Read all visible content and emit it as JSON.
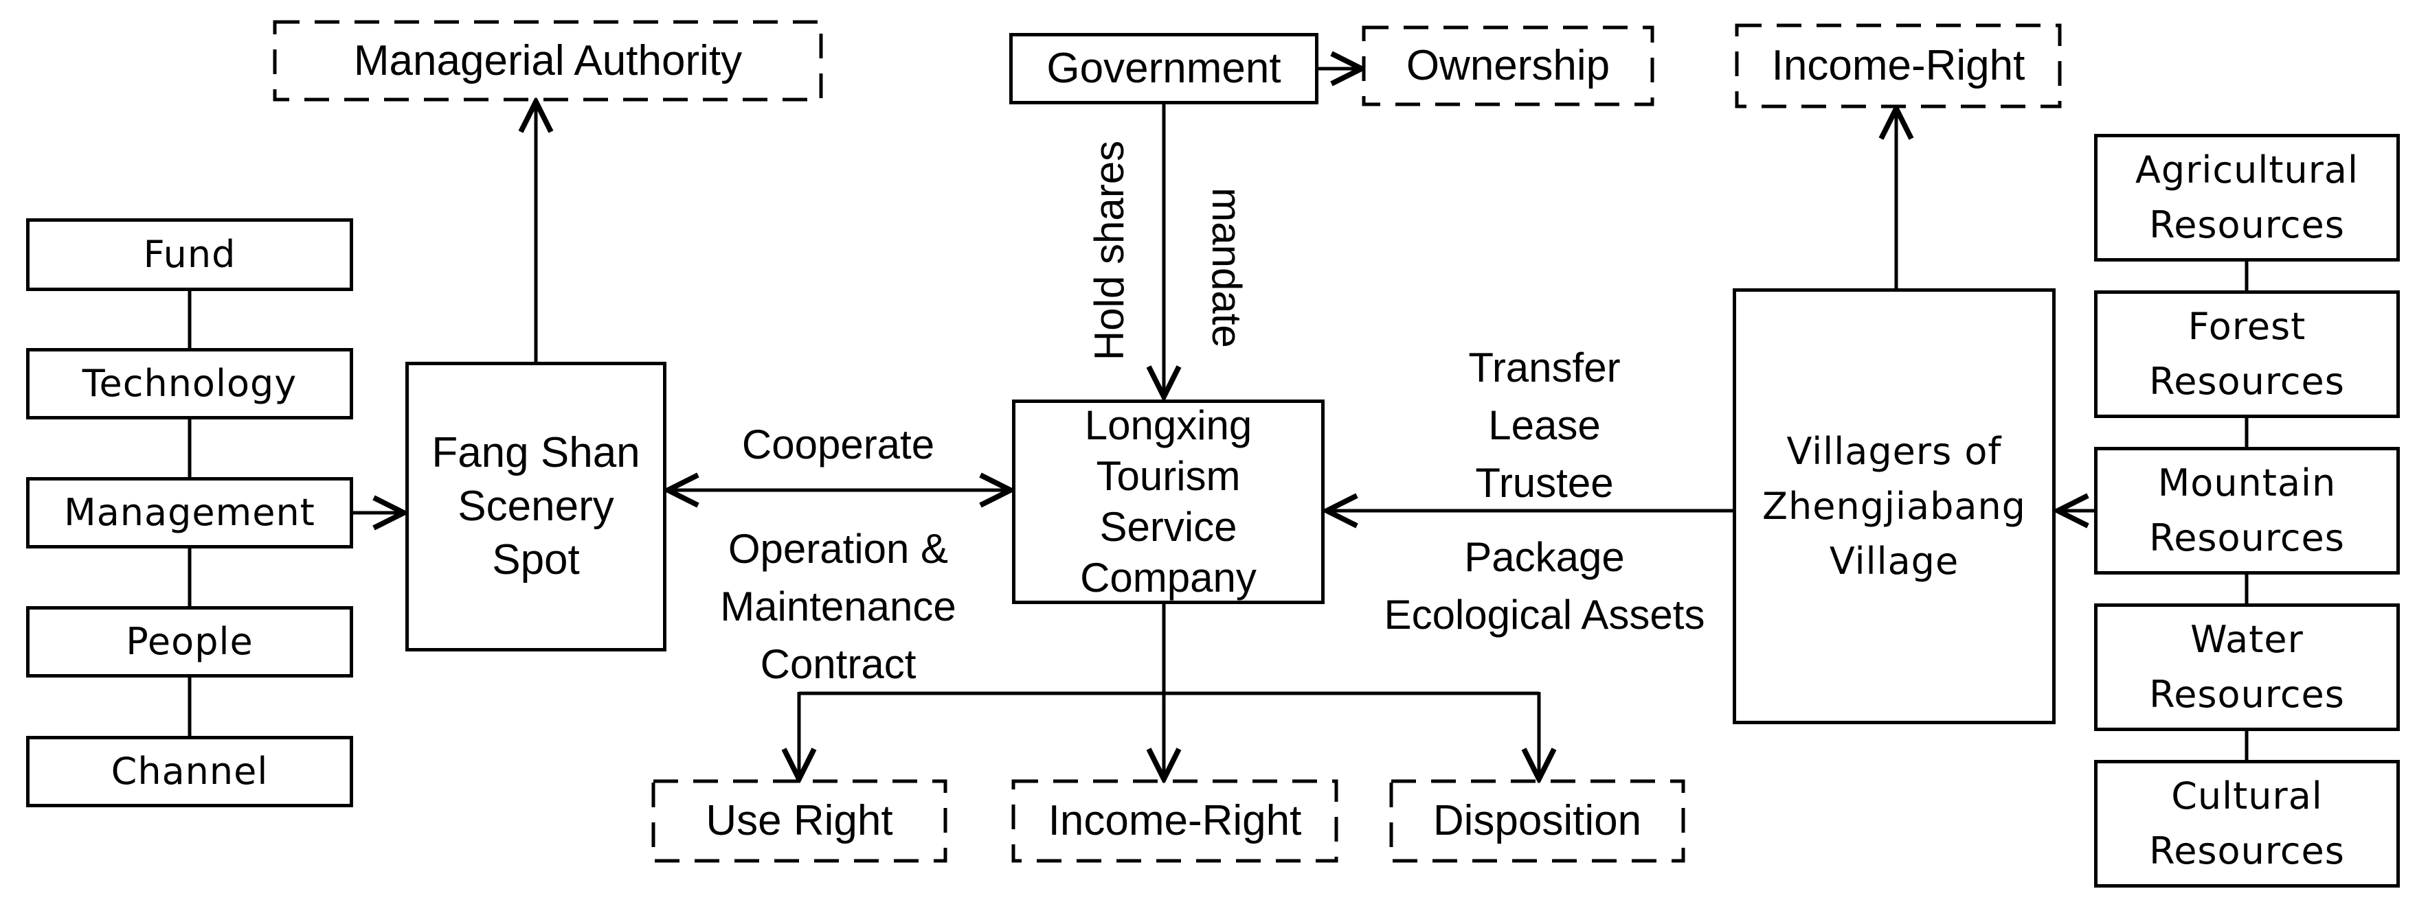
{
  "colors": {
    "ink": "#000000",
    "paper": "#ffffff"
  },
  "nodes": {
    "managerial_authority": "Managerial Authority",
    "government": "Government",
    "ownership": "Ownership",
    "income_right_top": "Income-Right",
    "fund": "Fund",
    "technology": "Technology",
    "management": "Management",
    "people": "People",
    "channel": "Channel",
    "fang_shan": "Fang Shan\nScenery\nSpot",
    "longxing": "Longxing\nTourism\nService\nCompany",
    "villagers": "Villagers of\nZhengjiabang\nVillage",
    "agricultural": "Agricultural\nResources",
    "forest": "Forest\nResources",
    "mountain": "Mountain\nResources",
    "water": "Water\nResources",
    "cultural": "Cultural\nResources",
    "use_right": "Use Right",
    "income_right_bottom": "Income-Right",
    "disposition": "Disposition"
  },
  "edge_labels": {
    "hold_shares": "Hold shares",
    "mandate": "mandate",
    "cooperate": "Cooperate",
    "operation_contract": "Operation &\nMaintenance\nContract",
    "transfer_lease_trustee": "Transfer\nLease\nTrustee",
    "package_assets": "Package\nEcological Assets"
  }
}
